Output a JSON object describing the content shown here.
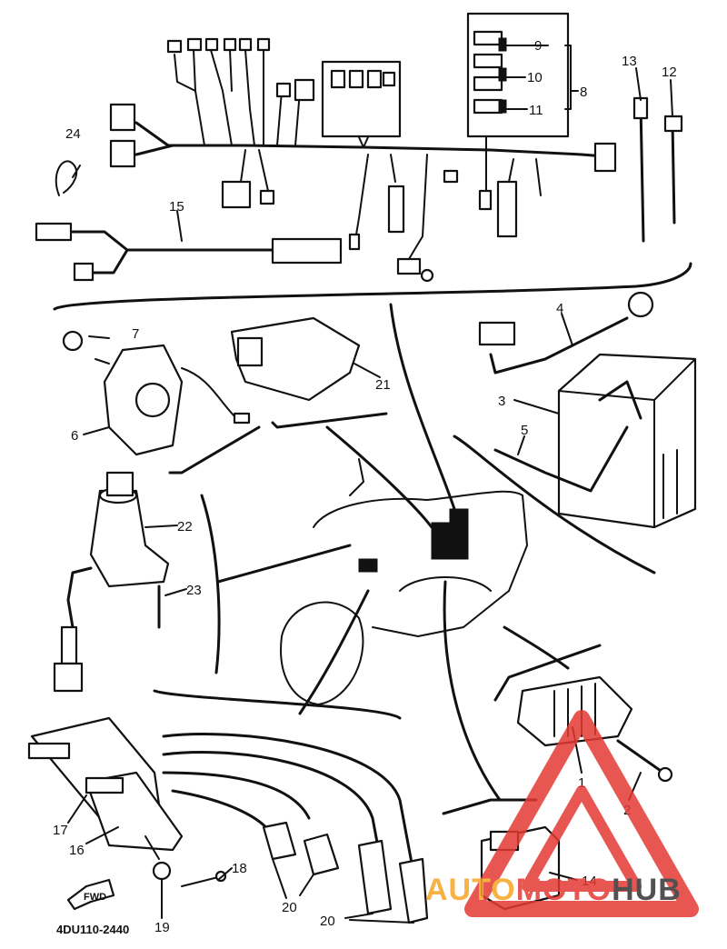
{
  "diagram": {
    "part_code": "4DU110-2440",
    "direction_mark": "FWD",
    "callouts": {
      "c1": "1",
      "c2": "2",
      "c3": "3",
      "c4": "4",
      "c5": "5",
      "c6": "6",
      "c7": "7",
      "c8": "8",
      "c9": "9",
      "c10": "10",
      "c11": "11",
      "c12": "12",
      "c13": "13",
      "c14": "14",
      "c15": "15",
      "c16": "16",
      "c17": "17",
      "c18": "18",
      "c19": "19",
      "c20a": "20",
      "c20b": "20",
      "c21": "21",
      "c22": "22",
      "c23": "23",
      "c24": "24"
    }
  },
  "watermark": {
    "part1": "AUTO",
    "part2": "MOTO",
    "part3": "HUB",
    "color_primary": "#e53935",
    "color_secondary": "#f5a623",
    "color_dark": "#333333"
  }
}
